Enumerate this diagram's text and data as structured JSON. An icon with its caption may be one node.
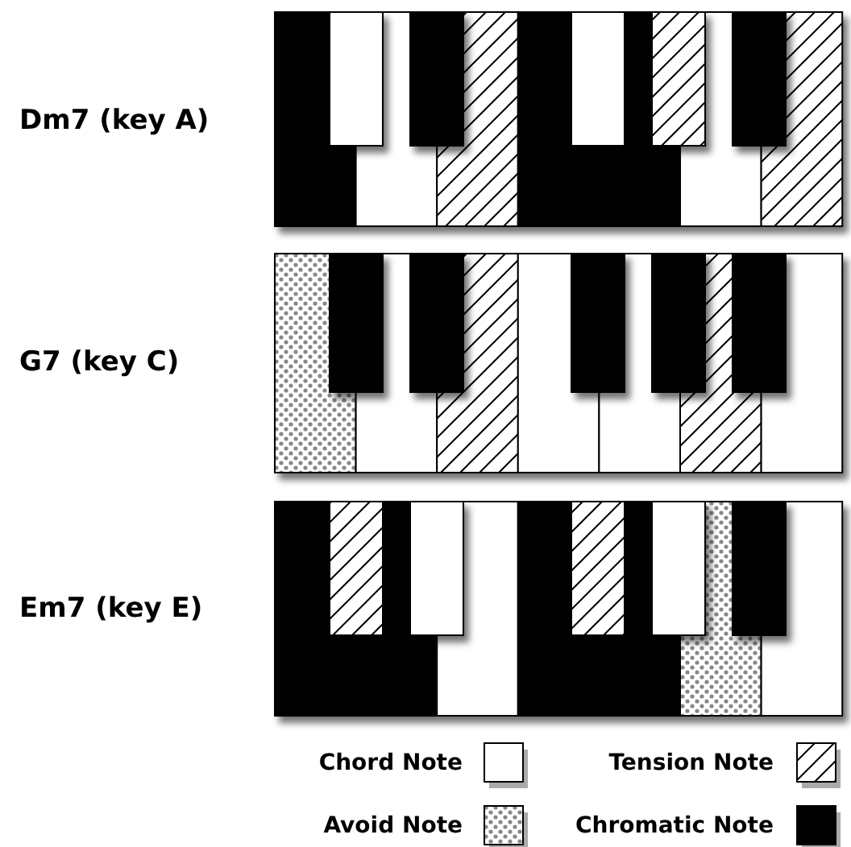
{
  "diagram": {
    "labels": [
      "Dm7 (key A)",
      "G7 (key C)",
      "Em7 (key E)"
    ],
    "legend": [
      {
        "text": "Chord Note",
        "color": "#ffffff"
      },
      {
        "text": "Tension Note"
      },
      {
        "text": "Avoid Note"
      },
      {
        "text": "Chromatic Note",
        "color": "#000000"
      }
    ]
  }
}
